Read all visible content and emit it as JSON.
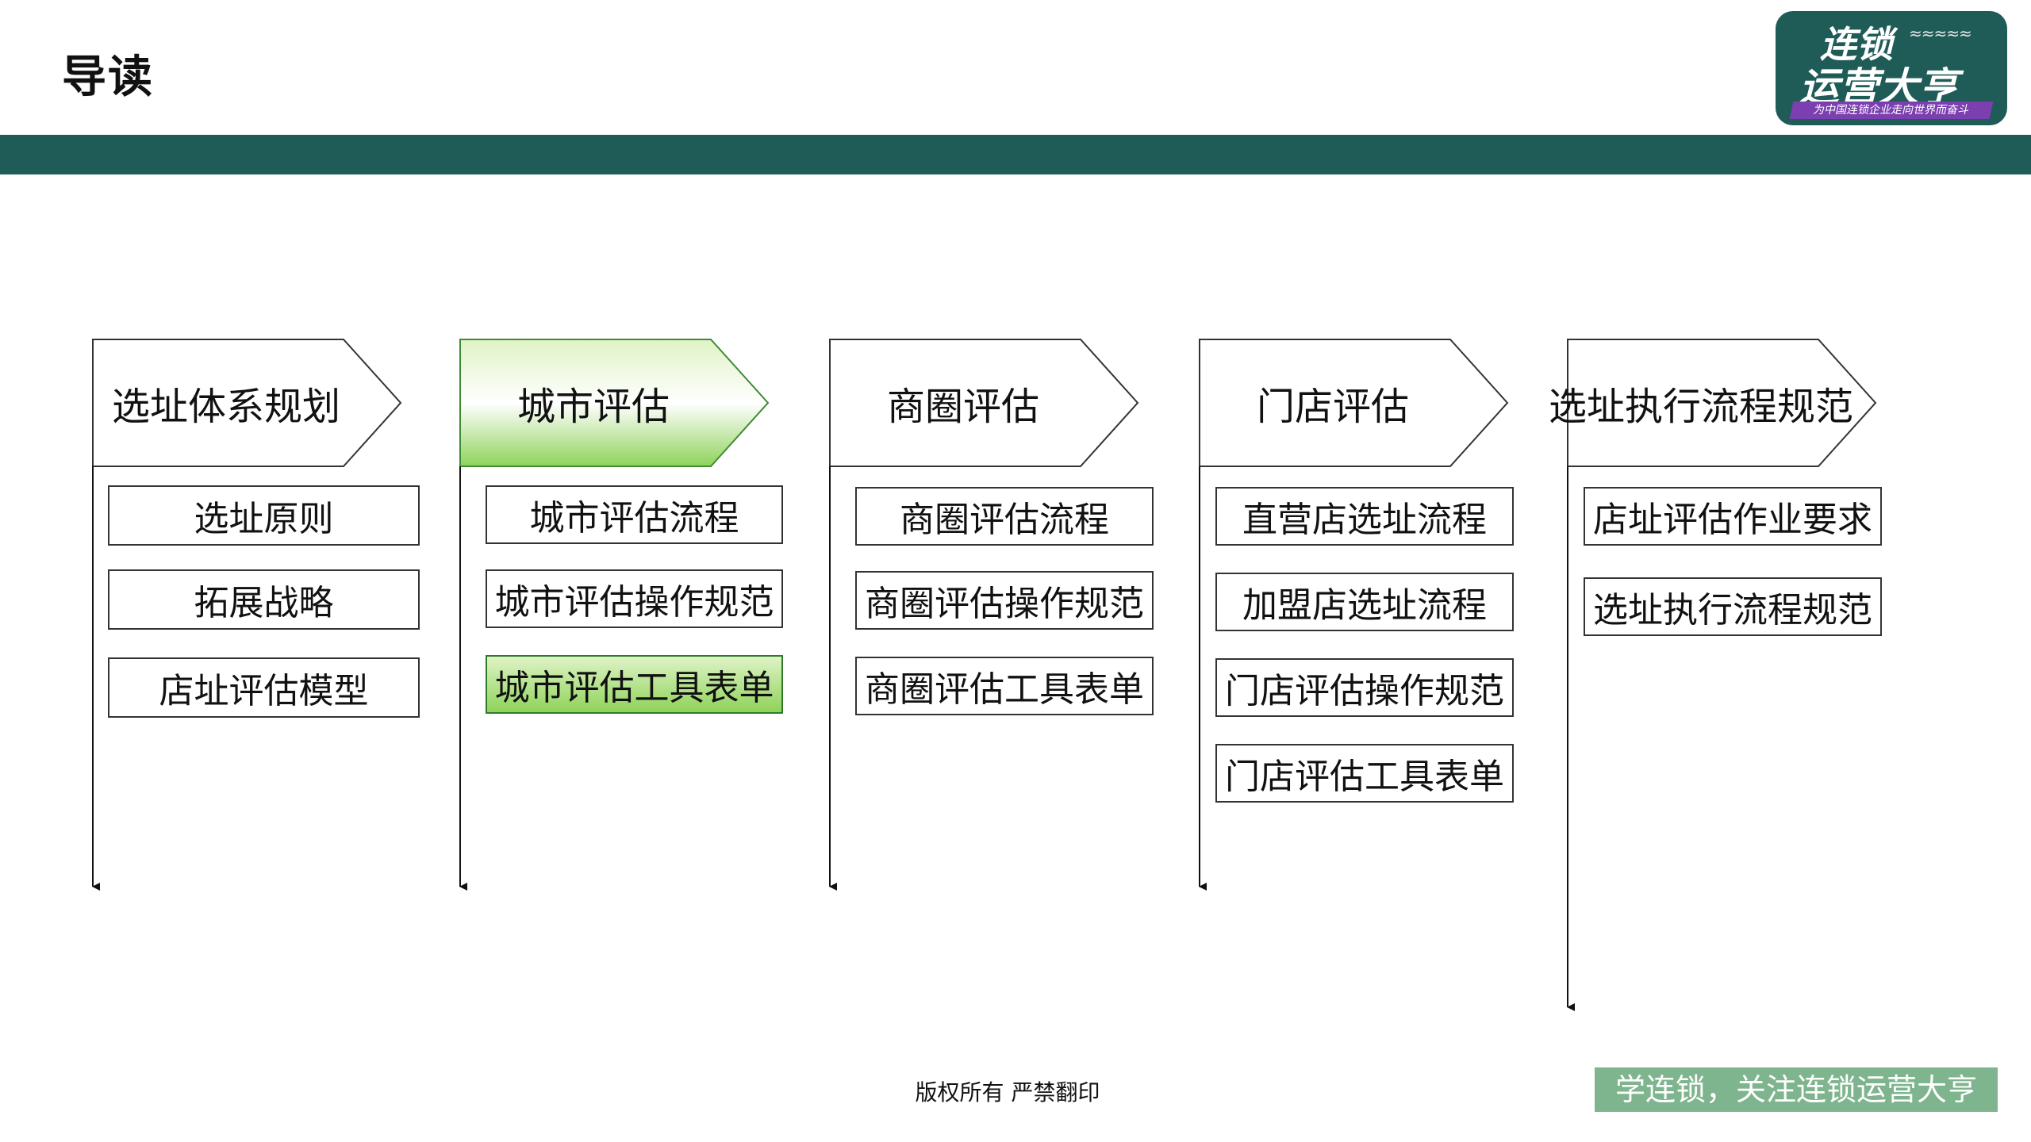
{
  "page": {
    "title": "导读"
  },
  "logo": {
    "line1": "连锁",
    "line2": "运营大亨",
    "tagline": "为中国连锁企业走向世界而奋斗"
  },
  "colors": {
    "brand": "#1f5b57",
    "highlight_light": "#dff3c6",
    "highlight_dark": "#8fd35a",
    "slogan_bg": "#7fb58e"
  },
  "columns": [
    {
      "title": "选址体系规划",
      "highlighted": false,
      "items": [
        {
          "label": "选址原则",
          "highlighted": false
        },
        {
          "label": "拓展战略",
          "highlighted": false
        },
        {
          "label": "店址评估模型",
          "highlighted": false
        }
      ]
    },
    {
      "title": "城市评估",
      "highlighted": true,
      "items": [
        {
          "label": "城市评估流程",
          "highlighted": false
        },
        {
          "label": "城市评估操作规范",
          "highlighted": false
        },
        {
          "label": "城市评估工具表单",
          "highlighted": true
        }
      ]
    },
    {
      "title": "商圈评估",
      "highlighted": false,
      "items": [
        {
          "label": "商圈评估流程",
          "highlighted": false
        },
        {
          "label": "商圈评估操作规范",
          "highlighted": false
        },
        {
          "label": "商圈评估工具表单",
          "highlighted": false
        }
      ]
    },
    {
      "title": "门店评估",
      "highlighted": false,
      "items": [
        {
          "label": "直营店选址流程",
          "highlighted": false
        },
        {
          "label": "加盟店选址流程",
          "highlighted": false
        },
        {
          "label": "门店评估操作规范",
          "highlighted": false
        },
        {
          "label": "门店评估工具表单",
          "highlighted": false
        }
      ]
    },
    {
      "title": "选址执行流程规范",
      "highlighted": false,
      "items": [
        {
          "label": "店址评估作业要求",
          "highlighted": false
        },
        {
          "label": "选址执行流程规范",
          "highlighted": false
        }
      ]
    }
  ],
  "footer": {
    "copyright": "版权所有 严禁翻印",
    "slogan": "学连锁，关注连锁运营大亨"
  }
}
